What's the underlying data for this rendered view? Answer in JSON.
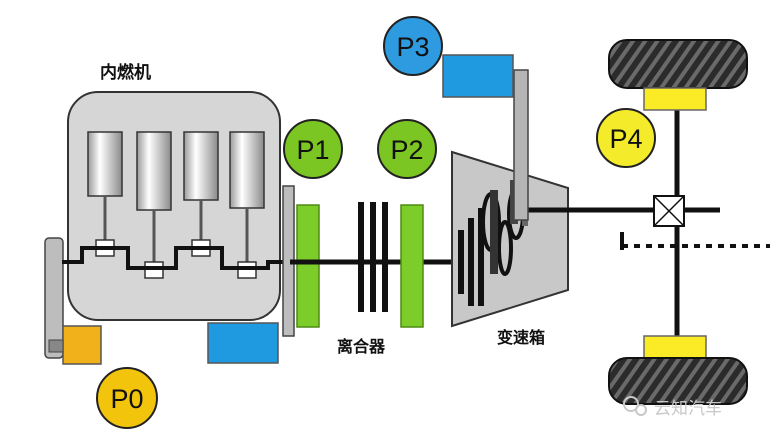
{
  "labels": {
    "engine": "内燃机",
    "clutch": "离合器",
    "gearbox": "变速箱"
  },
  "positions": [
    {
      "id": "P0",
      "label": "P0",
      "color": "#f2c40c"
    },
    {
      "id": "P1",
      "label": "P1",
      "color": "#7cc623"
    },
    {
      "id": "P2",
      "label": "P2",
      "color": "#7cc623"
    },
    {
      "id": "P3",
      "label": "P3",
      "color": "#2e9be0"
    },
    {
      "id": "P4",
      "label": "P4",
      "color": "#f4ec2a"
    }
  ],
  "watermark": "云知汽车",
  "colors": {
    "engine_block": "#d6d6d6",
    "motor_blue": "#1f9ae0",
    "motor_green": "#7ccd2a",
    "motor_orange": "#f0b11b",
    "motor_yellow": "#fbeb27",
    "shaft": "#111111",
    "gearbox_fill": "#c8c8c8"
  }
}
